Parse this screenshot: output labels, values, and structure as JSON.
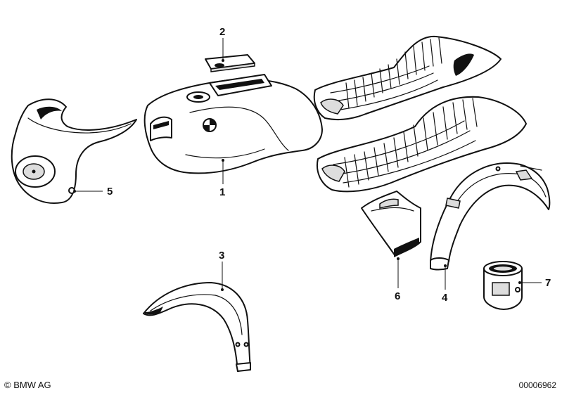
{
  "callouts": {
    "fuel_tank": "1",
    "tank_lid": "2",
    "front_fender": "3",
    "rear_fender": "4",
    "headlight_fairing": "5",
    "battery_cover": "6",
    "paint_tin": "7"
  },
  "footer": {
    "copyright": "© BMW AG",
    "diagram_number": "00006962"
  },
  "colors": {
    "line": "#111111",
    "background": "#ffffff"
  }
}
